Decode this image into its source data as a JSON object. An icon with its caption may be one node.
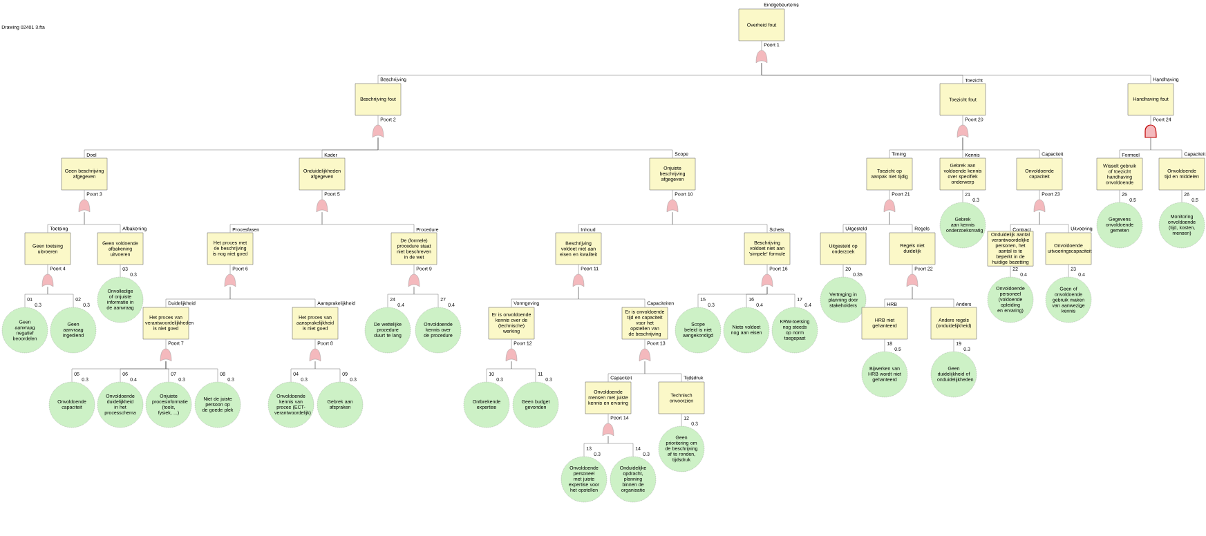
{
  "diagram": {
    "nodes": [
      {
        "text": [
          "Overheid fout"
        ],
        "beside": [
          "Eindgebeurtenis"
        ]
      },
      {
        "text": [],
        "shape": "gate",
        "beside": [
          "Poort 1"
        ]
      },
      {
        "text": [
          "Beschrijving fout"
        ],
        "beside": [
          "Beschrijving"
        ]
      },
      {
        "text": [],
        "shape": "gate",
        "beside": [
          "Poort 2"
        ]
      },
      {
        "text": [
          "Geen beschrijving afgegeven"
        ],
        "beside": [
          "Doel"
        ]
      },
      {
        "text": [],
        "shape": "gate",
        "beside": [
          "Poort 3"
        ]
      },
      {
        "text": [
          "Geen toetsing uitvoeren"
        ],
        "beside": [
          "Toetsing"
        ]
      },
      {
        "text": [],
        "shape": "gate",
        "beside": [
          "Poort 4"
        ]
      },
      {
        "text": [
          "Geen aanvraag negatief beoordelen"
        ],
        "beside": [
          "01",
          "0.3"
        ]
      },
      {
        "text": [
          "Geen aanvraag ingediend"
        ],
        "beside": [
          "02",
          "0.3"
        ]
      },
      {
        "text": [
          "Geen voldoende afbakening uitvoeren"
        ],
        "beside": [
          "Afbakening"
        ]
      },
      {
        "text": [
          "Onvolledige of onjuiste informatie in de aanvraag"
        ],
        "beside": [
          "03",
          "0.3"
        ]
      },
      {
        "text": [
          "Onduidelijkheden afgegeven"
        ],
        "beside": [
          "Kader"
        ]
      },
      {
        "text": [],
        "shape": "gate",
        "beside": [
          "Poort 5"
        ]
      },
      {
        "text": [
          "Het proces met de beschrijving is nog niet goed"
        ],
        "beside": [
          "Procesfasen"
        ]
      },
      {
        "text": [],
        "shape": "gate",
        "beside": [
          "Poort 6"
        ]
      },
      {
        "text": [
          "Het proces van verantwoordelijkheden is niet goed"
        ],
        "beside": [
          "Duidelijkheid"
        ]
      },
      {
        "text": [],
        "shape": "gate",
        "beside": [
          "Poort 7"
        ]
      },
      {
        "text": [
          "Onvoldoende capaciteit"
        ],
        "beside": [
          "05",
          "0.3"
        ]
      },
      {
        "text": [
          "Onvoldoende duidelijkheid in het processchema"
        ],
        "beside": [
          "06",
          "0.4"
        ]
      },
      {
        "text": [
          "Onjuiste procesinformatie (tools, fysiek, ...)"
        ],
        "beside": [
          "07",
          "0.3"
        ]
      },
      {
        "text": [
          "Niet de juiste persoon op de goede plek"
        ],
        "beside": [
          "08",
          "0.3"
        ]
      },
      {
        "text": [
          "Het proces van aansprakelijkheid is niet goed"
        ],
        "beside": [
          "Aansprakelijkheid"
        ]
      },
      {
        "text": [],
        "shape": "gate",
        "beside": [
          "Poort 8"
        ]
      },
      {
        "text": [
          "Onvoldoende kennis van proces (ECT-verantwoordelijk)"
        ],
        "beside": [
          "04",
          "0.3"
        ]
      },
      {
        "text": [
          "Gebrek aan afspraken"
        ],
        "beside": [
          "09",
          "0.3"
        ]
      },
      {
        "text": [
          "De (formele) procedure staat niet beschreven in de wet"
        ],
        "beside": [
          "Procedure"
        ]
      },
      {
        "text": [],
        "shape": "gate",
        "beside": [
          "Poort 9"
        ]
      },
      {
        "text": [
          "De wettelijke procedure duurt te lang"
        ],
        "beside": [
          "24",
          "0.4"
        ]
      },
      {
        "text": [
          "Onvoldoende kennis over de procedure"
        ],
        "beside": [
          "27",
          "0.4"
        ]
      },
      {
        "text": [
          "Onjuiste beschrijving afgegeven"
        ],
        "beside": [
          "Scope"
        ]
      },
      {
        "text": [],
        "shape": "gate",
        "beside": [
          "Poort 10"
        ]
      },
      {
        "text": [
          "Beschrijving voldoet niet aan eisen en kwaliteit"
        ],
        "beside": [
          "Inhoud"
        ]
      },
      {
        "text": [],
        "shape": "gate",
        "beside": [
          "Poort 11"
        ]
      },
      {
        "text": [
          "Er is onvoldoende kennis over de (technische) werking"
        ],
        "beside": [
          "Vormgeving"
        ]
      },
      {
        "text": [],
        "shape": "gate",
        "beside": [
          "Poort 12"
        ]
      },
      {
        "text": [
          "Ontbrekende expertise"
        ],
        "beside": [
          "10",
          "0.3"
        ]
      },
      {
        "text": [
          "Geen budget gevonden"
        ],
        "beside": [
          "11",
          "0.3"
        ]
      },
      {
        "text": [
          "Er is onvoldoende tijd en capaciteit voor het opstellen van de beschrijving"
        ],
        "beside": [
          "Capaciteiten"
        ]
      },
      {
        "text": [],
        "shape": "gate",
        "beside": [
          "Poort 13"
        ]
      },
      {
        "text": [
          "Onvoldoende mensen met juiste kennis en ervaring"
        ],
        "beside": [
          "Capaciteit"
        ]
      },
      {
        "text": [],
        "shape": "gate",
        "beside": [
          "Poort 14"
        ]
      },
      {
        "text": [
          "Onvoldoende personeel met juiste expertise voor het opstellen"
        ],
        "beside": [
          "13",
          "0.3"
        ]
      },
      {
        "text": [
          "Onduidelijke opdracht, planning binnen de organisatie"
        ],
        "beside": [
          "14",
          "0.3"
        ]
      },
      {
        "text": [
          "Technisch onvoorzien"
        ],
        "beside": [
          "Tijdsdruk"
        ]
      },
      {
        "text": [
          "Geen prioritering om de beschrijving af te ronden, tijdsdruk"
        ],
        "beside": [
          "12",
          "0.3"
        ]
      },
      {
        "text": [
          "Beschrijving voldoet niet aan 'simpele' formule"
        ],
        "beside": [
          "Schets"
        ]
      },
      {
        "text": [],
        "shape": "gate",
        "beside": [
          "Poort 16"
        ]
      },
      {
        "text": [
          "Scope beleid is niet aangekondigd"
        ],
        "beside": [
          "15",
          "0.3"
        ]
      },
      {
        "text": [
          "Niets voldoet nog aan eisen"
        ],
        "beside": [
          "16",
          "0.4"
        ]
      },
      {
        "text": [
          "KRW-toetsing nog steeds op norm toegepast"
        ],
        "beside": [
          "17",
          "0.4"
        ]
      },
      {
        "text": [
          "Toezicht fout"
        ],
        "beside": [
          "Toezicht"
        ]
      },
      {
        "text": [],
        "shape": "gate",
        "beside": [
          "Poort 20"
        ]
      },
      {
        "text": [
          "Toezicht op aanpak niet tijdig"
        ],
        "beside": [
          "Timing"
        ]
      },
      {
        "text": [],
        "shape": "gate",
        "beside": [
          "Poort 21"
        ]
      },
      {
        "text": [
          "Uitgesteld op onderzoek"
        ],
        "beside": [
          "Uitgesteld"
        ]
      },
      {
        "text": [
          "Vertraging in planning door stakeholders"
        ],
        "beside": [
          "20",
          "0.35"
        ]
      },
      {
        "text": [
          "Regels niet duidelijk"
        ],
        "beside": [
          "Regels"
        ]
      },
      {
        "text": [],
        "shape": "gate",
        "beside": [
          "Poort 22"
        ]
      },
      {
        "text": [
          "HRB niet gehanteerd"
        ],
        "beside": [
          "HRB"
        ]
      },
      {
        "text": [
          "Bijwerken van HRB wordt niet gehanteerd"
        ],
        "beside": [
          "18",
          "0.5"
        ]
      },
      {
        "text": [
          "Andere regels (onduidelijkheid)"
        ],
        "beside": [
          "Anders"
        ]
      },
      {
        "text": [
          "Geen duidelijkheid of onduidelijkheden"
        ],
        "beside": [
          "19",
          "0.3"
        ]
      },
      {
        "text": [
          "Gebrek aan voldoende kennis over specifiek onderwerp"
        ],
        "beside": [
          "Kennis"
        ]
      },
      {
        "text": [
          "Gebrek aan kennis onderzoeksmatig"
        ],
        "beside": [
          "21",
          "0.3"
        ]
      },
      {
        "text": [
          "Onvoldoende capaciteit"
        ],
        "beside": [
          "Capaciteit"
        ]
      },
      {
        "text": [],
        "shape": "gate",
        "beside": [
          "Poort 23"
        ]
      },
      {
        "text": [
          "Onduidelijk aantal verantwoordelijke personen, het aantal is te beperkt in de huidige bezetting"
        ],
        "beside": [
          "Contract"
        ]
      },
      {
        "text": [
          "Onvoldoende personeel (voldoende opleiding en ervaring)"
        ],
        "beside": [
          "22",
          "0.4"
        ]
      },
      {
        "text": [
          "Onvoldoende uitvoeringscapaciteit"
        ],
        "beside": [
          "Uitvoering"
        ]
      },
      {
        "text": [
          "Geen of onvoldoende gebruik maken van aanwezige kennis"
        ],
        "beside": [
          "23",
          "0.4"
        ]
      },
      {
        "text": [
          "Handhaving fout"
        ],
        "beside": [
          "Handhaving"
        ]
      },
      {
        "text": [],
        "shape": "and-gate",
        "beside": [
          "Poort 24"
        ]
      },
      {
        "text": [
          "Wisselt gebruik of toezicht handhaving onvoldoende"
        ],
        "beside": [
          "Formeel"
        ]
      },
      {
        "text": [
          "Gegevens onvoldoende gemeten"
        ],
        "beside": [
          "25",
          "0.5"
        ]
      },
      {
        "text": [
          "Onvoldoende tijd en middelen"
        ],
        "beside": [
          "Capaciteit"
        ]
      },
      {
        "text": [
          "Monitoring onvoldoende (tijd, kosten, mensen)"
        ],
        "beside": [
          "26",
          "0.5"
        ]
      }
    ],
    "edges": [
      {
        "from": 0,
        "to": 1,
        "arrow": "none"
      },
      {
        "from": 1,
        "to": 2,
        "arrow": "none"
      },
      {
        "from": 2,
        "to": 3,
        "arrow": "none"
      },
      {
        "from": 3,
        "to": 4,
        "arrow": "none"
      },
      {
        "from": 4,
        "to": 5,
        "arrow": "none"
      },
      {
        "from": 5,
        "to": 6,
        "arrow": "none"
      },
      {
        "from": 6,
        "to": 7,
        "arrow": "none"
      },
      {
        "from": 7,
        "to": 8,
        "arrow": "none"
      },
      {
        "from": 7,
        "to": 9,
        "arrow": "none"
      },
      {
        "from": 5,
        "to": 10,
        "arrow": "none"
      },
      {
        "from": 10,
        "to": 11,
        "arrow": "none"
      },
      {
        "from": 3,
        "to": 12,
        "arrow": "none"
      },
      {
        "from": 12,
        "to": 13,
        "arrow": "none"
      },
      {
        "from": 13,
        "to": 14,
        "arrow": "none"
      },
      {
        "from": 14,
        "to": 15,
        "arrow": "none"
      },
      {
        "from": 15,
        "to": 16,
        "arrow": "none"
      },
      {
        "from": 16,
        "to": 17,
        "arrow": "none"
      },
      {
        "from": 17,
        "to": 18,
        "arrow": "none"
      },
      {
        "from": 17,
        "to": 19,
        "arrow": "none"
      },
      {
        "from": 17,
        "to": 20,
        "arrow": "none"
      },
      {
        "from": 17,
        "to": 21,
        "arrow": "none"
      },
      {
        "from": 15,
        "to": 22,
        "arrow": "none"
      },
      {
        "from": 22,
        "to": 23,
        "arrow": "none"
      },
      {
        "from": 23,
        "to": 24,
        "arrow": "none"
      },
      {
        "from": 23,
        "to": 25,
        "arrow": "none"
      },
      {
        "from": 13,
        "to": 26,
        "arrow": "none"
      },
      {
        "from": 26,
        "to": 27,
        "arrow": "none"
      },
      {
        "from": 27,
        "to": 28,
        "arrow": "none"
      },
      {
        "from": 27,
        "to": 29,
        "arrow": "none"
      },
      {
        "from": 3,
        "to": 30,
        "arrow": "none"
      },
      {
        "from": 30,
        "to": 31,
        "arrow": "none"
      },
      {
        "from": 31,
        "to": 32,
        "arrow": "none"
      },
      {
        "from": 32,
        "to": 33,
        "arrow": "none"
      },
      {
        "from": 33,
        "to": 34,
        "arrow": "none"
      },
      {
        "from": 34,
        "to": 35,
        "arrow": "none"
      },
      {
        "from": 35,
        "to": 36,
        "arrow": "none"
      },
      {
        "from": 35,
        "to": 37,
        "arrow": "none"
      },
      {
        "from": 33,
        "to": 38,
        "arrow": "none"
      },
      {
        "from": 38,
        "to": 39,
        "arrow": "none"
      },
      {
        "from": 39,
        "to": 40,
        "arrow": "none"
      },
      {
        "from": 40,
        "to": 41,
        "arrow": "none"
      },
      {
        "from": 41,
        "to": 42,
        "arrow": "none"
      },
      {
        "from": 41,
        "to": 43,
        "arrow": "none"
      },
      {
        "from": 39,
        "to": 44,
        "arrow": "none"
      },
      {
        "from": 44,
        "to": 45,
        "arrow": "none"
      },
      {
        "from": 31,
        "to": 46,
        "arrow": "none"
      },
      {
        "from": 46,
        "to": 47,
        "arrow": "none"
      },
      {
        "from": 47,
        "to": 48,
        "arrow": "none"
      },
      {
        "from": 47,
        "to": 49,
        "arrow": "none"
      },
      {
        "from": 47,
        "to": 50,
        "arrow": "none"
      },
      {
        "from": 1,
        "to": 51,
        "arrow": "none"
      },
      {
        "from": 51,
        "to": 52,
        "arrow": "none"
      },
      {
        "from": 52,
        "to": 53,
        "arrow": "none"
      },
      {
        "from": 53,
        "to": 54,
        "arrow": "none"
      },
      {
        "from": 54,
        "to": 55,
        "arrow": "none"
      },
      {
        "from": 55,
        "to": 56,
        "arrow": "none"
      },
      {
        "from": 54,
        "to": 57,
        "arrow": "none"
      },
      {
        "from": 57,
        "to": 58,
        "arrow": "none"
      },
      {
        "from": 58,
        "to": 59,
        "arrow": "none"
      },
      {
        "from": 59,
        "to": 60,
        "arrow": "none"
      },
      {
        "from": 58,
        "to": 61,
        "arrow": "none"
      },
      {
        "from": 61,
        "to": 62,
        "arrow": "none"
      },
      {
        "from": 52,
        "to": 63,
        "arrow": "none"
      },
      {
        "from": 63,
        "to": 64,
        "arrow": "none"
      },
      {
        "from": 52,
        "to": 65,
        "arrow": "none"
      },
      {
        "from": 65,
        "to": 66,
        "arrow": "none"
      },
      {
        "from": 66,
        "to": 67,
        "arrow": "none"
      },
      {
        "from": 67,
        "to": 68,
        "arrow": "none"
      },
      {
        "from": 66,
        "to": 69,
        "arrow": "none"
      },
      {
        "from": 69,
        "to": 70,
        "arrow": "none"
      },
      {
        "from": 1,
        "to": 71,
        "arrow": "none"
      },
      {
        "from": 71,
        "to": 72,
        "arrow": "none"
      },
      {
        "from": 72,
        "to": 73,
        "arrow": "none"
      },
      {
        "from": 73,
        "to": 74,
        "arrow": "none"
      },
      {
        "from": 72,
        "to": 75,
        "arrow": "none"
      },
      {
        "from": 75,
        "to": 76,
        "arrow": "none"
      }
    ],
    "labels": [
      "Drawing 02401 3.fta"
    ]
  }
}
